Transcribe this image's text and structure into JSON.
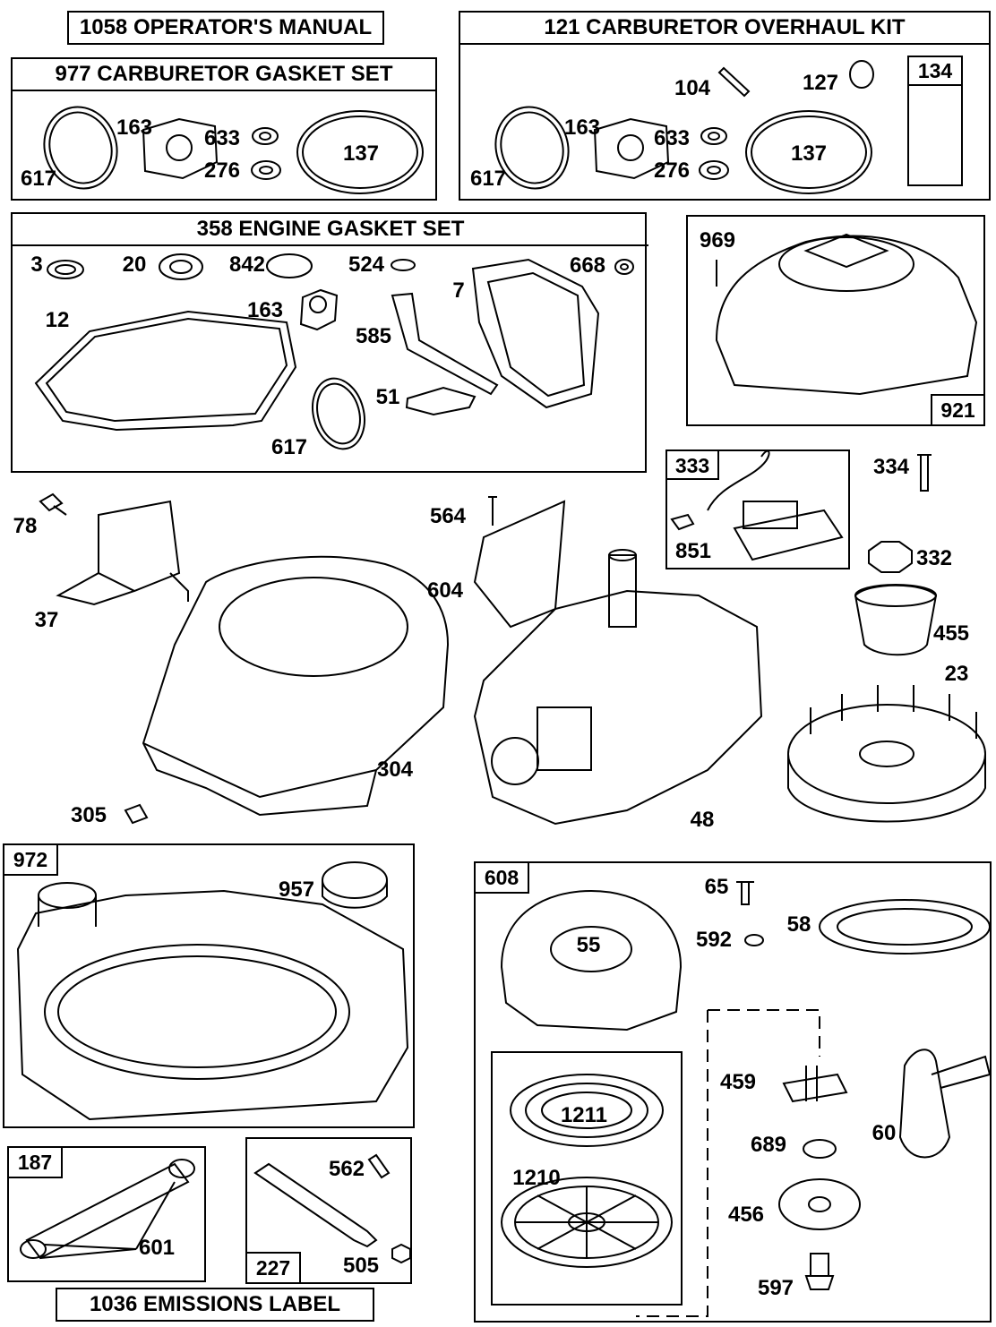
{
  "kits": {
    "operators_manual": "1058 OPERATOR'S MANUAL",
    "carb_overhaul": "121 CARBURETOR OVERHAUL KIT",
    "carb_gasket": "977 CARBURETOR GASKET SET",
    "engine_gasket": "358 ENGINE GASKET SET",
    "emissions": "1036 EMISSIONS LABEL"
  },
  "tags": {
    "t134": "134",
    "t921": "921",
    "t333": "333",
    "t972": "972",
    "t608": "608",
    "t187": "187",
    "t227": "227"
  },
  "parts": {
    "p617a": "617",
    "p163a": "163",
    "p633a": "633",
    "p276a": "276",
    "p137a": "137",
    "p617b": "617",
    "p163b": "163",
    "p633b": "633",
    "p276b": "276",
    "p137b": "137",
    "p104": "104",
    "p127": "127",
    "p3": "3",
    "p20": "20",
    "p842": "842",
    "p524": "524",
    "p668": "668",
    "p7": "7",
    "p12": "12",
    "p163c": "163",
    "p585": "585",
    "p51": "51",
    "p617c": "617",
    "p969": "969",
    "p334": "334",
    "p851": "851",
    "p332": "332",
    "p455": "455",
    "p23": "23",
    "p78": "78",
    "p37": "37",
    "p564": "564",
    "p604": "604",
    "p304": "304",
    "p305": "305",
    "p48": "48",
    "p957": "957",
    "p65": "65",
    "p58": "58",
    "p55": "55",
    "p592": "592",
    "p459": "459",
    "p1211": "1211",
    "p1210": "1210",
    "p689": "689",
    "p60": "60",
    "p456": "456",
    "p597": "597",
    "p562": "562",
    "p601": "601",
    "p505": "505"
  }
}
